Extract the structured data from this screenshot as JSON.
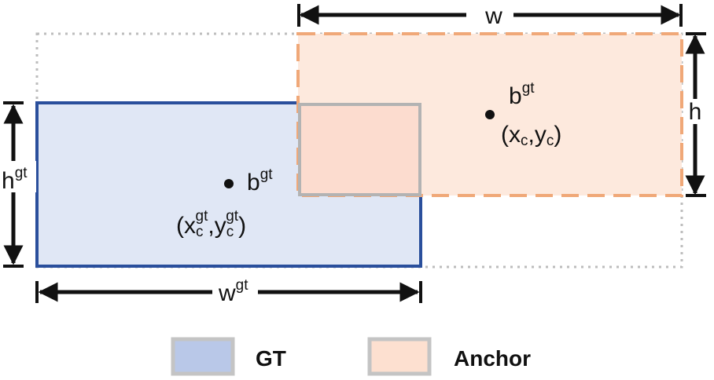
{
  "colors": {
    "gt_fill": "#e0e7f5",
    "gt_stroke": "#2a4f9c",
    "anchor_fill": "#fde9dd",
    "anchor_stroke": "#f0a878",
    "overlap_fill": "#fcdccf",
    "overlap_stroke": "#b3b3b3",
    "enclosing_stroke": "#bdbdbd",
    "legend_gt_swatch": "#b9c8e8",
    "legend_anchor_swatch": "#fde0d0",
    "legend_swatch_border": "#c4c4c4",
    "arrow": "#111111"
  },
  "labels": {
    "w": "w",
    "h": "h",
    "w_gt_base": "w",
    "w_gt_sup": "gt",
    "h_gt_base": "h",
    "h_gt_sup": "gt",
    "b_gt_base": "b",
    "b_gt_sup": "gt",
    "gt_center_open": "(x",
    "gt_center_x_sub": "c",
    "gt_center_x_sup": "gt",
    "gt_center_mid": ",y",
    "gt_center_y_sub": "c",
    "gt_center_y_sup": "gt",
    "gt_center_close": ")",
    "anchor_center_open": "(x",
    "anchor_center_x_sub": "c",
    "anchor_center_mid": ",y",
    "anchor_center_y_sub": "c",
    "anchor_center_close": ")"
  },
  "legend": {
    "gt_label": "GT",
    "anchor_label": "Anchor"
  }
}
